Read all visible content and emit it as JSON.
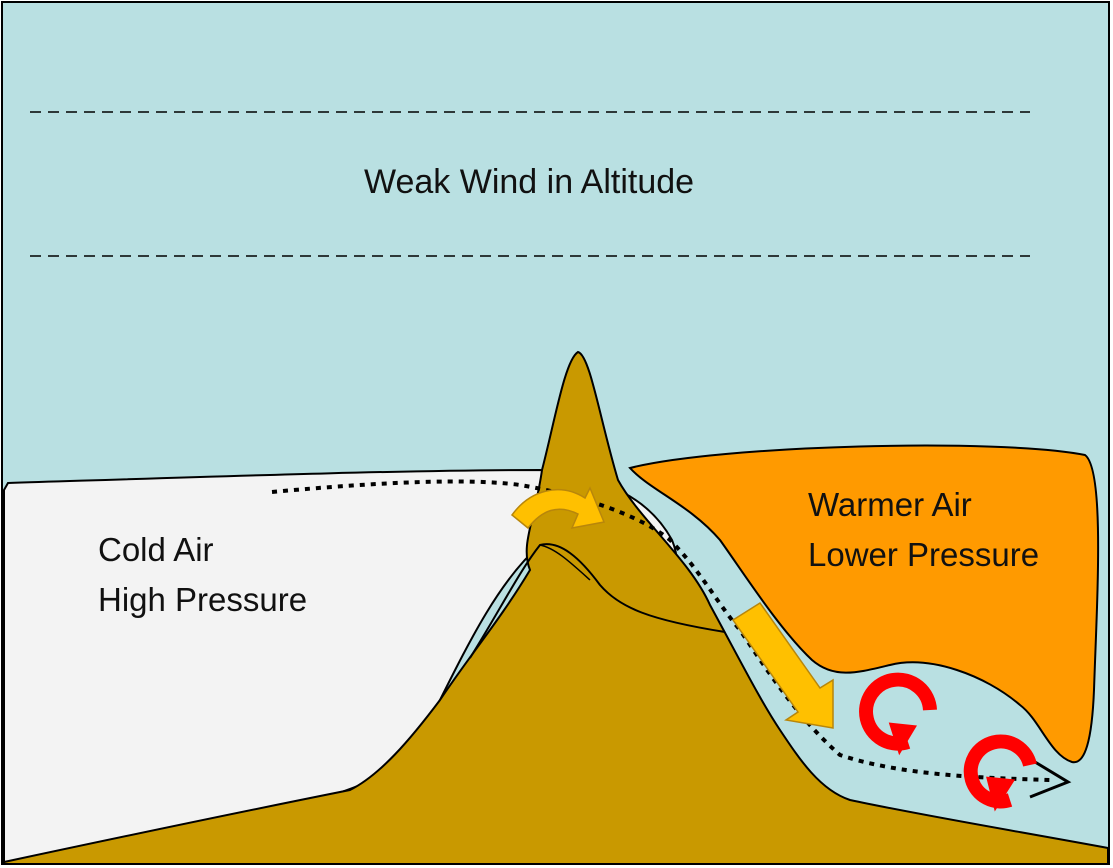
{
  "labels": {
    "altitude": "Weak Wind in Altitude",
    "cold_air_line1": "Cold Air",
    "cold_air_line2": "High Pressure",
    "warm_air_line1": "Warmer Air",
    "warm_air_line2": "Lower Pressure"
  },
  "colors": {
    "sky": "#b9e0e2",
    "cold_air": "#f3f3f3",
    "warm_air": "#ff9a00",
    "mountain": "#c99900",
    "flow_arrow": "#ffc000",
    "rotor": "#ff0000",
    "outline": "#000000"
  },
  "icons": {
    "flow_path": "dotted-arrow-path",
    "rotor": "circular-arrow-icon"
  }
}
